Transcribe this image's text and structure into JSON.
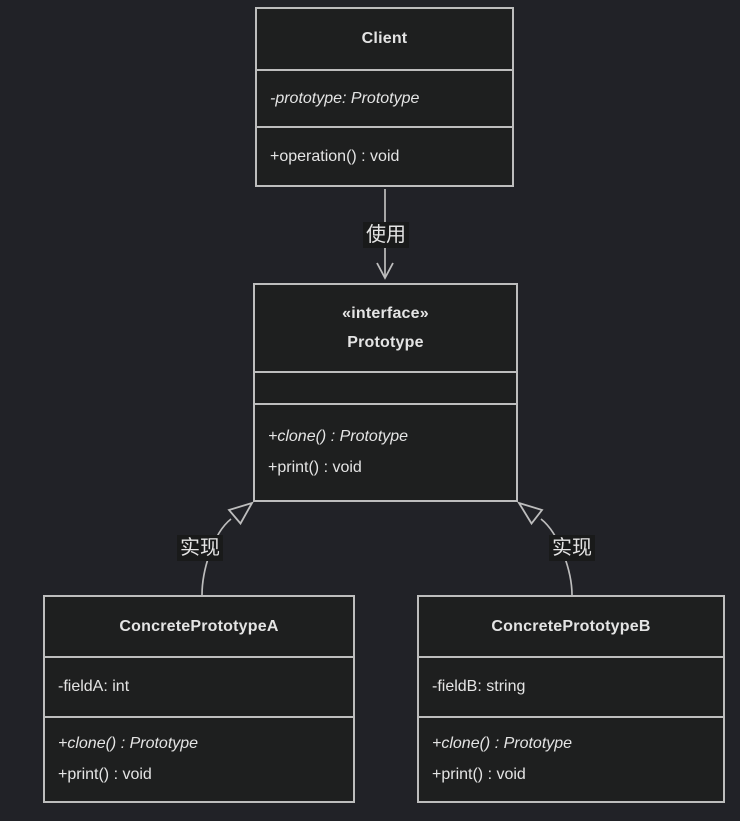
{
  "theme": {
    "background": "#212227",
    "node_fill": "#1e1f1f",
    "line_color": "#bdbdbd",
    "text_color": "#e4e4e4",
    "label_background": "#191a1a"
  },
  "diagram": {
    "type": "uml-class-diagram",
    "pattern": "Prototype"
  },
  "classes": [
    {
      "name": "Client",
      "stereotype": "",
      "fields": [
        "-prototype: Prototype"
      ],
      "methods": [
        "+operation() : void"
      ]
    },
    {
      "name": "Prototype",
      "stereotype": "«interface»",
      "fields": [],
      "methods": [
        "+clone() : Prototype",
        "+print() : void"
      ]
    },
    {
      "name": "ConcretePrototypeA",
      "stereotype": "",
      "fields": [
        "-fieldA: int"
      ],
      "methods": [
        "+clone() : Prototype",
        "+print() : void"
      ]
    },
    {
      "name": "ConcretePrototypeB",
      "stereotype": "",
      "fields": [
        "-fieldB: string"
      ],
      "methods": [
        "+clone() : Prototype",
        "+print() : void"
      ]
    }
  ],
  "edges": [
    {
      "from": "Client",
      "to": "Prototype",
      "type": "dependency",
      "label": "使用"
    },
    {
      "from": "ConcretePrototypeA",
      "to": "Prototype",
      "type": "realization",
      "label": "实现"
    },
    {
      "from": "ConcretePrototypeB",
      "to": "Prototype",
      "type": "realization",
      "label": "实现"
    }
  ]
}
